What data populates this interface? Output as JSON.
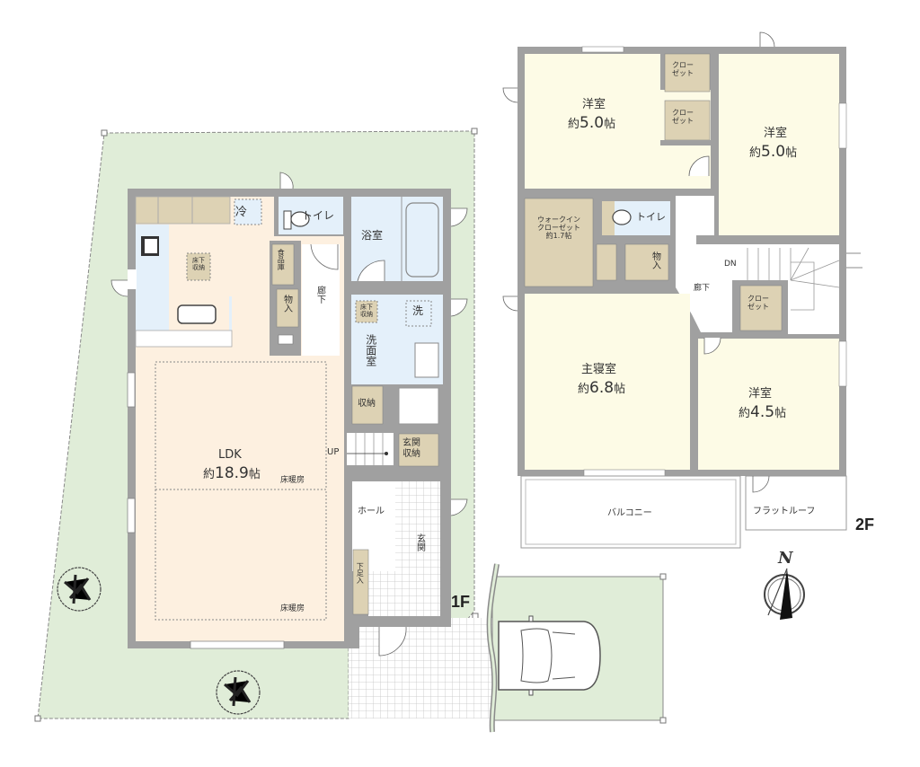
{
  "floors": {
    "first": {
      "label": "1F",
      "rooms": {
        "ldk": {
          "name": "LDK",
          "prefix": "約",
          "size": "18.9",
          "unit": "帖",
          "floor_heating_1": "床暖房",
          "floor_heating_2": "床暖房"
        },
        "fridge": {
          "label": "冷"
        },
        "underfloor_storage_kitchen": {
          "label_top": "床下",
          "label_bottom": "収納"
        },
        "toilet": {
          "label": "トイレ"
        },
        "pantry": {
          "label": "食品庫"
        },
        "storage_1": {
          "label": "物入"
        },
        "hall_corridor": {
          "label": "廊下"
        },
        "bathroom": {
          "label": "浴室"
        },
        "washroom": {
          "label": "洗面室"
        },
        "washer": {
          "label": "洗"
        },
        "underfloor_storage_wash": {
          "label_top": "床下",
          "label_bottom": "収納"
        },
        "storage_2": {
          "label": "収納"
        },
        "stairs_up": {
          "label": "UP"
        },
        "entrance_storage": {
          "label_top": "玄関",
          "label_bottom": "収納"
        },
        "hall": {
          "label": "ホール"
        },
        "entrance": {
          "label": "玄関"
        },
        "shoe_box": {
          "label": "下足入"
        }
      }
    },
    "second": {
      "label": "2F",
      "rooms": {
        "western_1": {
          "name": "洋室",
          "prefix": "約",
          "size": "5.0",
          "unit": "帖"
        },
        "western_2": {
          "name": "洋室",
          "prefix": "約",
          "size": "5.0",
          "unit": "帖"
        },
        "closet_1": {
          "label_top": "クロー",
          "label_bottom": "ゼット"
        },
        "closet_2": {
          "label_top": "クロー",
          "label_bottom": "ゼット"
        },
        "walk_in_closet": {
          "line1": "ウォークイン",
          "line2": "クローゼット",
          "line3": "約1.7帖"
        },
        "toilet": {
          "label": "トイレ"
        },
        "storage": {
          "label": "物入"
        },
        "corridor": {
          "label": "廊下"
        },
        "stairs_down": {
          "label": "DN"
        },
        "closet_3": {
          "label_top": "クロー",
          "label_bottom": "ゼット"
        },
        "master_bedroom": {
          "name": "主寝室",
          "prefix": "約",
          "size": "6.8",
          "unit": "帖"
        },
        "western_3": {
          "name": "洋室",
          "prefix": "約",
          "size": "4.5",
          "unit": "帖"
        },
        "balcony": {
          "label": "バルコニー"
        },
        "flat_roof": {
          "label": "フラットルーフ"
        }
      }
    }
  },
  "compass": {
    "label": "N"
  },
  "colors": {
    "wall": "#a0a0a0",
    "wall_dark": "#8c8c8c",
    "garden": "#e0edd8",
    "ldk_floor": "#fdf0e0",
    "wet_area": "#e4f0fa",
    "storage": "#ddd2b4",
    "bedroom": "#fdfbe6",
    "tile_line": "#c8c8c8"
  }
}
